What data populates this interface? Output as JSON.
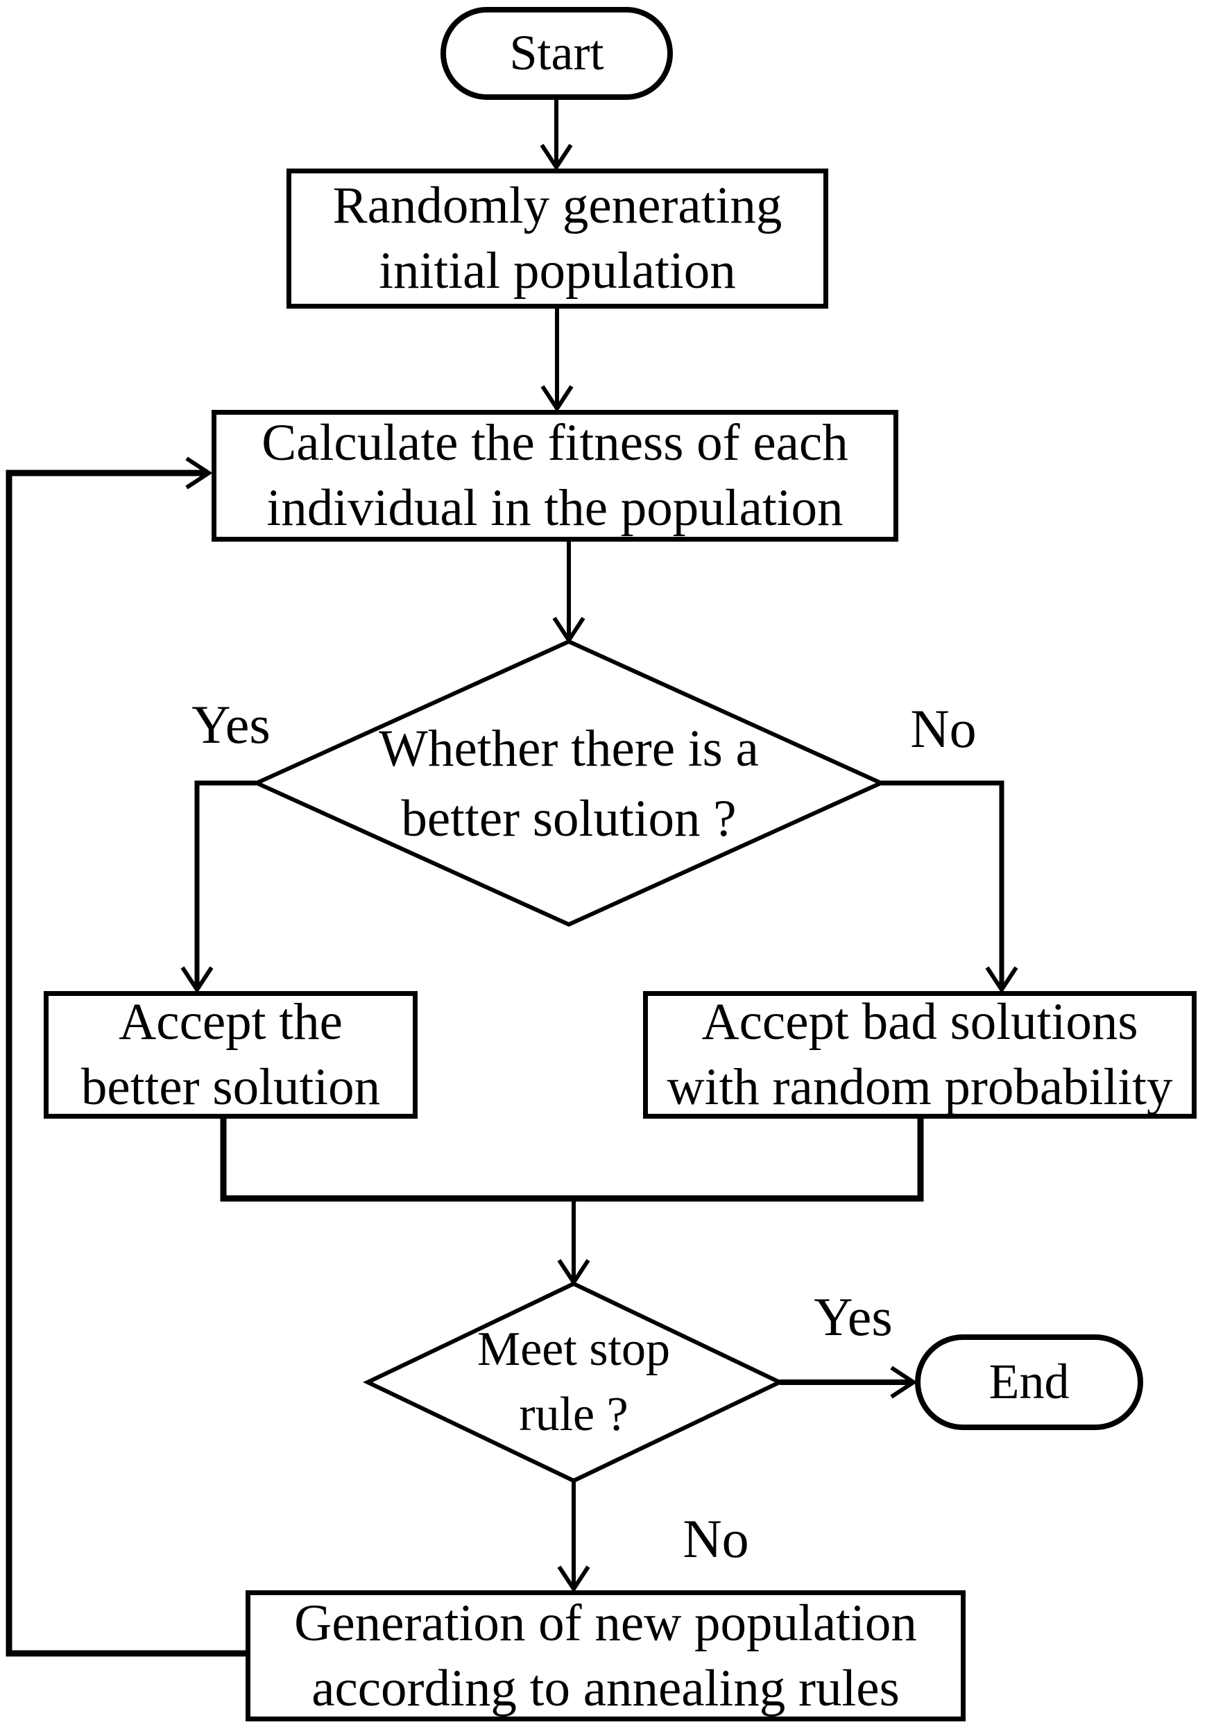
{
  "colors": {
    "ink": "#000000",
    "background": "#ffffff"
  },
  "nodes": {
    "start": {
      "shape": "terminator",
      "label": "Start"
    },
    "init_population": {
      "shape": "process",
      "label": "Randomly generating\ninitial population"
    },
    "calc_fitness": {
      "shape": "process",
      "label": "Calculate the fitness of each\nindividual in the population"
    },
    "better_solution": {
      "shape": "decision",
      "label": "Whether there is a\nbetter solution ?"
    },
    "accept_better": {
      "shape": "process",
      "label": "Accept the\nbetter solution"
    },
    "accept_bad": {
      "shape": "process",
      "label": "Accept bad solutions\nwith random probability"
    },
    "stop_rule": {
      "shape": "decision",
      "label": "Meet stop\nrule ?"
    },
    "end": {
      "shape": "terminator",
      "label": "End"
    },
    "new_population": {
      "shape": "process",
      "label": "Generation of new population\naccording to annealing rules"
    }
  },
  "edge_labels": {
    "better_yes": "Yes",
    "better_no": "No",
    "stop_yes": "Yes",
    "stop_no": "No"
  },
  "edges": [
    {
      "from": "start",
      "to": "init_population"
    },
    {
      "from": "init_population",
      "to": "calc_fitness"
    },
    {
      "from": "calc_fitness",
      "to": "better_solution"
    },
    {
      "from": "better_solution",
      "to": "accept_better",
      "label": "Yes"
    },
    {
      "from": "better_solution",
      "to": "accept_bad",
      "label": "No"
    },
    {
      "from": "accept_better",
      "to": "stop_rule"
    },
    {
      "from": "accept_bad",
      "to": "stop_rule"
    },
    {
      "from": "stop_rule",
      "to": "end",
      "label": "Yes"
    },
    {
      "from": "stop_rule",
      "to": "new_population",
      "label": "No"
    },
    {
      "from": "new_population",
      "to": "calc_fitness"
    }
  ]
}
